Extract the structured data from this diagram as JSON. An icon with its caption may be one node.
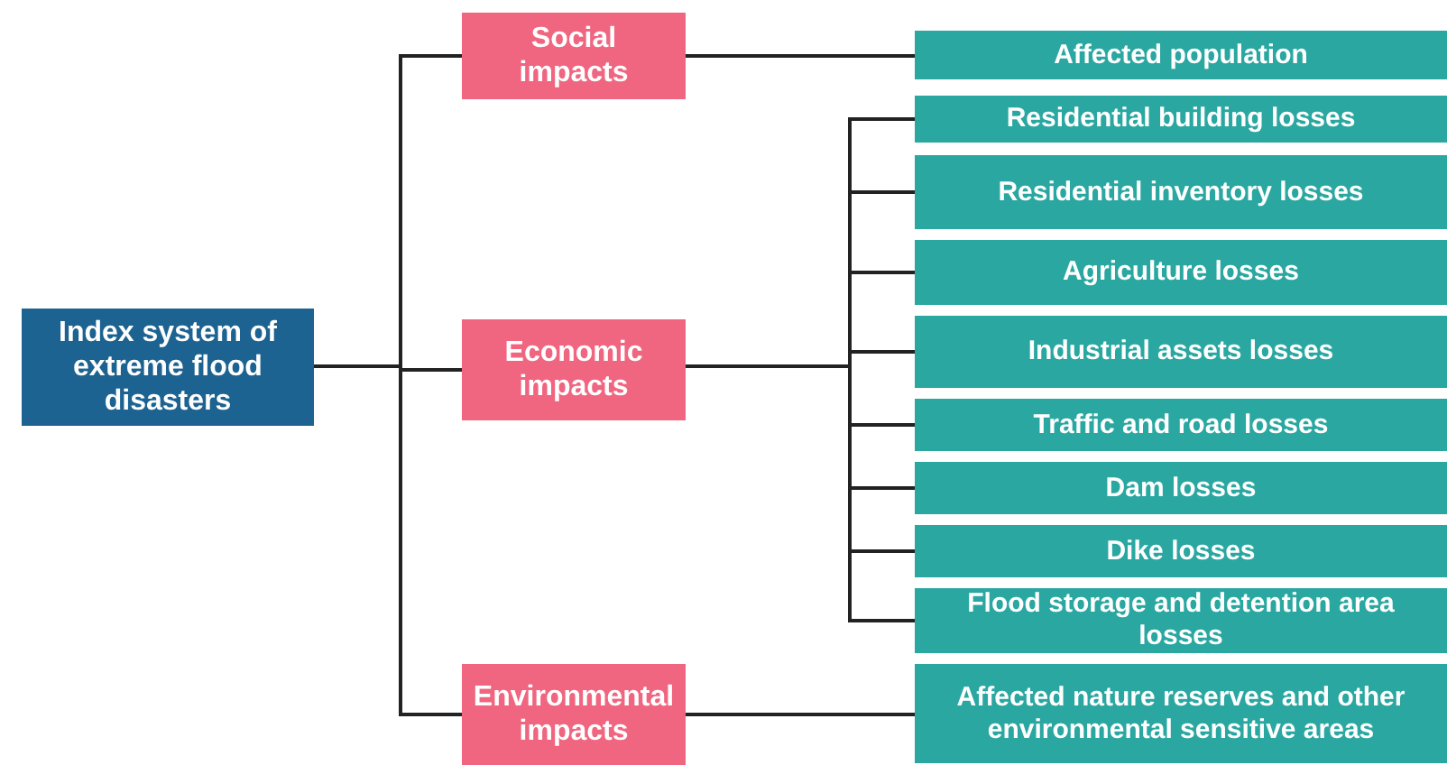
{
  "diagram": {
    "nodes": [
      {
        "text": [
          "Index system of extreme flood disasters"
        ]
      },
      {
        "text": [
          "Social impacts"
        ]
      },
      {
        "text": [
          "Economic impacts"
        ]
      },
      {
        "text": [
          "Environmental impacts"
        ]
      },
      {
        "text": [
          "Affected population"
        ]
      },
      {
        "text": [
          "Residential building losses"
        ]
      },
      {
        "text": [
          "Residential inventory losses"
        ]
      },
      {
        "text": [
          "Agriculture losses"
        ]
      },
      {
        "text": [
          "Industrial assets losses"
        ]
      },
      {
        "text": [
          "Traffic and road losses"
        ]
      },
      {
        "text": [
          "Dam losses"
        ]
      },
      {
        "text": [
          "Dike losses"
        ]
      },
      {
        "text": [
          "Flood storage and detention area losses"
        ]
      },
      {
        "text": [
          "Affected nature reserves and other environmental sensitive areas"
        ]
      }
    ],
    "edges": [
      {
        "from": 0,
        "to": 1,
        "arrow": "none"
      },
      {
        "from": 0,
        "to": 2,
        "arrow": "none"
      },
      {
        "from": 0,
        "to": 3,
        "arrow": "none"
      },
      {
        "from": 1,
        "to": 4,
        "arrow": "none"
      },
      {
        "from": 2,
        "to": 5,
        "arrow": "none"
      },
      {
        "from": 2,
        "to": 6,
        "arrow": "none"
      },
      {
        "from": 2,
        "to": 7,
        "arrow": "none"
      },
      {
        "from": 2,
        "to": 8,
        "arrow": "none"
      },
      {
        "from": 2,
        "to": 9,
        "arrow": "none"
      },
      {
        "from": 2,
        "to": 10,
        "arrow": "none"
      },
      {
        "from": 2,
        "to": 11,
        "arrow": "none"
      },
      {
        "from": 2,
        "to": 12,
        "arrow": "none"
      },
      {
        "from": 3,
        "to": 13,
        "arrow": "none"
      }
    ]
  }
}
